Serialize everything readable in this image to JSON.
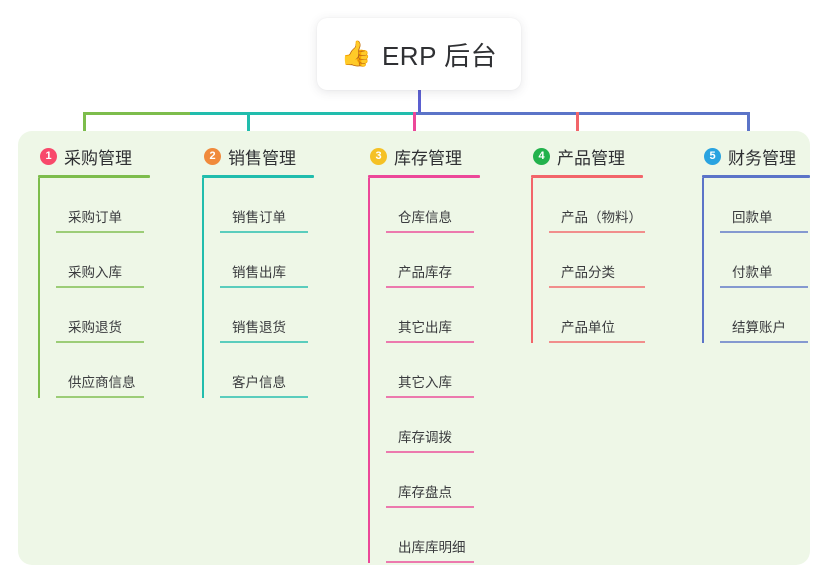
{
  "diagram": {
    "type": "mindmap",
    "root": {
      "icon": "thumbs-up-icon",
      "icon_glyph": "👍",
      "title": "ERP 后台"
    },
    "palette": {
      "page_background": "#ffffff",
      "panel_background": "#eef7e7",
      "root_card_background": "#ffffff",
      "root_stem": "#5b5fd0",
      "text": "#2f3033"
    },
    "branches": [
      {
        "number": "1",
        "label": "采购管理",
        "badge_color": "#f8496b",
        "line_color": "#7dbd4c",
        "items": [
          "采购订单",
          "采购入库",
          "采购退货",
          "供应商信息"
        ]
      },
      {
        "number": "2",
        "label": "销售管理",
        "badge_color": "#f08a3c",
        "line_color": "#21bdad",
        "items": [
          "销售订单",
          "销售出库",
          "销售退货",
          "客户信息"
        ]
      },
      {
        "number": "3",
        "label": "库存管理",
        "badge_color": "#f5c125",
        "line_color": "#ec4899",
        "items": [
          "仓库信息",
          "产品库存",
          "其它出库",
          "其它入库",
          "库存调拨",
          "库存盘点",
          "出库库明细"
        ]
      },
      {
        "number": "4",
        "label": "产品管理",
        "badge_color": "#22b24c",
        "line_color": "#f2656a",
        "items": [
          "产品（物料）",
          "产品分类",
          "产品单位"
        ]
      },
      {
        "number": "5",
        "label": "财务管理",
        "badge_color": "#29a3e0",
        "line_color": "#5b74c8",
        "items": [
          "回款单",
          "付款单",
          "结算账户"
        ]
      }
    ]
  }
}
